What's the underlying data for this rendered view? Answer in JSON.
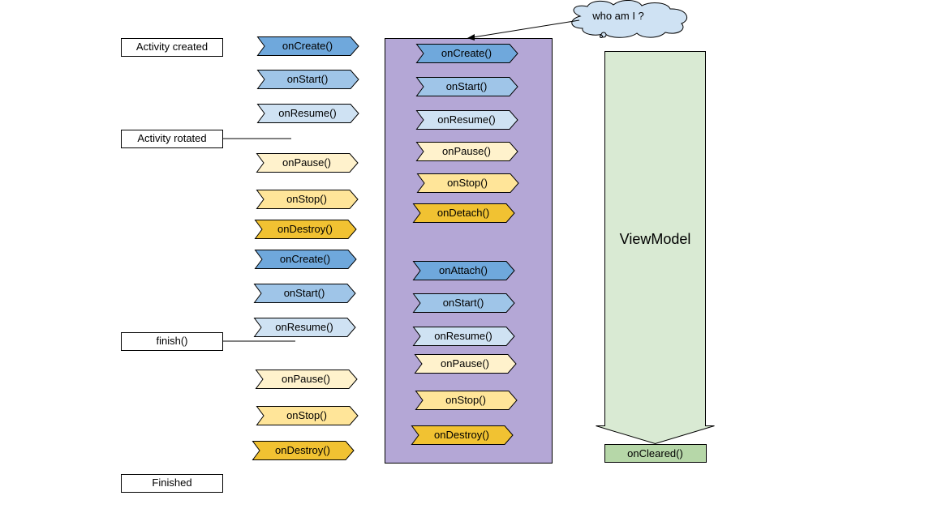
{
  "colors": {
    "create": "#6fa8dc",
    "start": "#9fc5e8",
    "resume": "#cfe2f3",
    "pause": "#fff2cc",
    "stop": "#ffe599",
    "destroy": "#f1c232",
    "fragment_bg": "#b4a7d6",
    "viewmodel_bg": "#d9ead3",
    "cleared_bg": "#b6d7a8",
    "cloud_bg": "#cfe2f3"
  },
  "events": [
    {
      "label": "Activity created"
    },
    {
      "label": "Activity rotated"
    },
    {
      "label": "finish()"
    },
    {
      "label": "Finished"
    }
  ],
  "activity_steps": [
    {
      "label": "onCreate()",
      "kind": "create"
    },
    {
      "label": "onStart()",
      "kind": "start"
    },
    {
      "label": "onResume()",
      "kind": "resume"
    },
    {
      "label": "onPause()",
      "kind": "pause"
    },
    {
      "label": "onStop()",
      "kind": "stop"
    },
    {
      "label": "onDestroy()",
      "kind": "destroy"
    },
    {
      "label": "onCreate()",
      "kind": "create"
    },
    {
      "label": "onStart()",
      "kind": "start"
    },
    {
      "label": "onResume()",
      "kind": "resume"
    },
    {
      "label": "onPause()",
      "kind": "pause"
    },
    {
      "label": "onStop()",
      "kind": "stop"
    },
    {
      "label": "onDestroy()",
      "kind": "destroy"
    }
  ],
  "fragment_steps": [
    {
      "label": "onCreate()",
      "kind": "create"
    },
    {
      "label": "onStart()",
      "kind": "start"
    },
    {
      "label": "onResume()",
      "kind": "resume"
    },
    {
      "label": "onPause()",
      "kind": "pause"
    },
    {
      "label": "onStop()",
      "kind": "stop"
    },
    {
      "label": "onDetach()",
      "kind": "destroy"
    },
    {
      "label": "onAttach()",
      "kind": "create"
    },
    {
      "label": "onStart()",
      "kind": "start"
    },
    {
      "label": "onResume()",
      "kind": "resume"
    },
    {
      "label": "onPause()",
      "kind": "pause"
    },
    {
      "label": "onStop()",
      "kind": "stop"
    },
    {
      "label": "onDestroy()",
      "kind": "destroy"
    }
  ],
  "viewmodel": {
    "label": "ViewModel",
    "cleared_label": "onCleared()"
  },
  "callout": {
    "text": "who am I ?"
  }
}
